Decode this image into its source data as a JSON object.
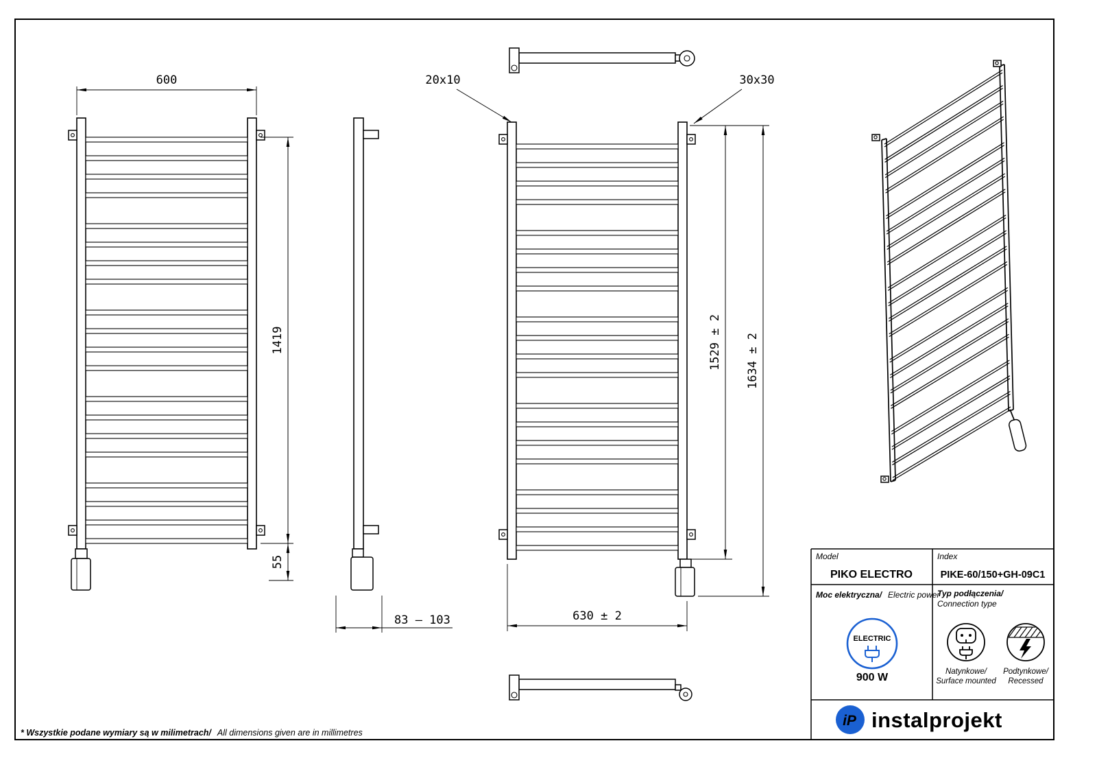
{
  "dimensions": {
    "width_600": "600",
    "height_1419": "1419",
    "offset_55": "55",
    "depth_range": "83 – 103",
    "tube_profile": "20x10",
    "collector_profile": "30x30",
    "height_inner": "1529 ± 2",
    "height_total": "1634 ± 2",
    "width_630": "630 ± 2"
  },
  "spec_table": {
    "model_label": "Model",
    "model_value": "PIKO ELECTRO",
    "index_label": "Index",
    "index_value": "PIKE-60/150+GH-09C1",
    "power_label_pl": "Moc elektryczna/",
    "power_label_en": "Electric power",
    "connection_label_pl": "Typ podłączenia/",
    "connection_label_en": "Connection type",
    "electric_badge": "ELECTRIC",
    "power_value": "900 W",
    "surface_label_pl": "Natynkowe/",
    "surface_label_en": "Surface mounted",
    "recessed_label_pl": "Podtynkowe/",
    "recessed_label_en": "Recessed",
    "brand_mark": "iP",
    "brand_name": "instalprojekt"
  },
  "footnote": {
    "pl": "* Wszystkie podane wymiary są w milimetrach/",
    "en": "All dimensions given are in millimetres"
  },
  "colors": {
    "brand_blue": "#1a60d2",
    "line": "#000000"
  }
}
